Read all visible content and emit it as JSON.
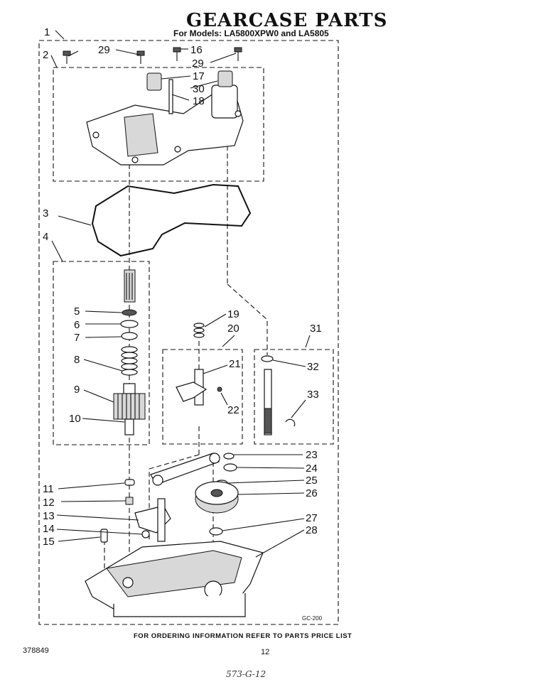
{
  "header": {
    "title": "GEARCASE PARTS",
    "models": "For Models: LA5800XPW0  and LA5805"
  },
  "callouts": {
    "c1": "1",
    "c2": "2",
    "c3": "3",
    "c4": "4",
    "c5": "5",
    "c6": "6",
    "c7": "7",
    "c8": "8",
    "c9": "9",
    "c10": "10",
    "c11": "11",
    "c12": "12",
    "c13": "13",
    "c14": "14",
    "c15": "15",
    "c16": "16",
    "c17": "17",
    "c18": "18",
    "c19": "19",
    "c20": "20",
    "c21": "21",
    "c22": "22",
    "c23": "23",
    "c24": "24",
    "c25": "25",
    "c26": "26",
    "c27": "27",
    "c28": "28",
    "c29a": "29",
    "c29b": "29",
    "c30": "30",
    "c31": "31",
    "c32": "32",
    "c33": "33"
  },
  "figure_code": "GC-200",
  "footer": {
    "note": "FOR ORDERING INFORMATION REFER TO PARTS PRICE LIST",
    "doc_number": "378849",
    "page_number": "12",
    "handwritten": "573-G-12"
  }
}
